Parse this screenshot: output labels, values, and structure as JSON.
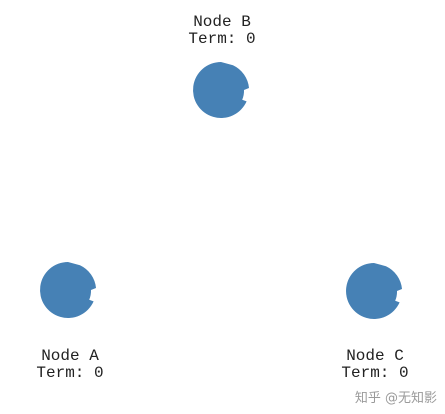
{
  "nodes": [
    {
      "key": "b",
      "name": "Node B",
      "term": "Term: 0",
      "color": "#4681b5"
    },
    {
      "key": "a",
      "name": "Node A",
      "term": "Term: 0",
      "color": "#4681b5"
    },
    {
      "key": "c",
      "name": "Node C",
      "term": "Term: 0",
      "color": "#4681b5"
    }
  ],
  "watermark": "知乎 @无知影"
}
